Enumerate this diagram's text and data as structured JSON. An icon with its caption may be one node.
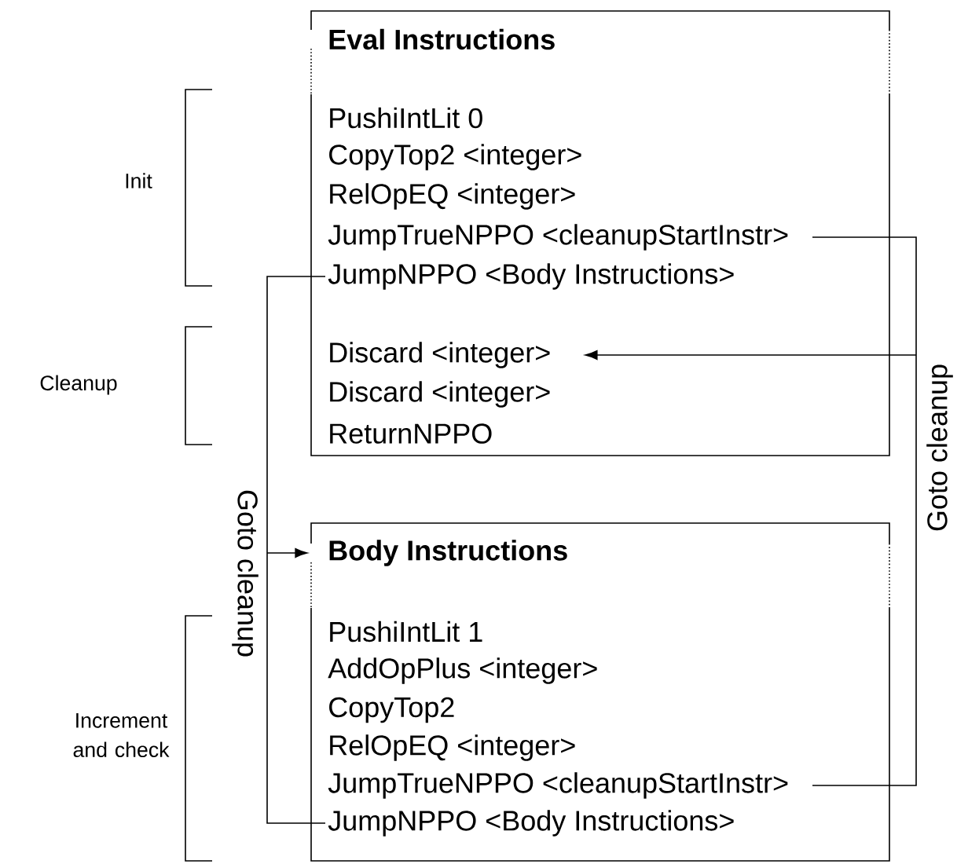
{
  "diagram": {
    "nodes": [
      {
        "text": [
          "Eval Instructions"
        ]
      },
      {
        "text": [
          "PushiIntLit 0"
        ],
        "in": 0
      },
      {
        "text": [
          "CopyTop2 <integer>"
        ],
        "in": 0
      },
      {
        "text": [
          "RelOpEQ <integer>"
        ],
        "in": 0
      },
      {
        "text": [
          "JumpTrueNPPO <cleanupStartInstr>"
        ],
        "in": 0
      },
      {
        "text": [
          "JumpNPPO <Body Instructions>"
        ],
        "in": 0
      },
      {
        "text": [
          "Discard <integer>"
        ],
        "in": 0
      },
      {
        "text": [
          "Discard <integer>"
        ],
        "in": 0
      },
      {
        "text": [
          "ReturnNPPO"
        ],
        "in": 0
      },
      {
        "text": [
          "Body Instructions"
        ]
      },
      {
        "text": [
          "PushiIntLit 1"
        ],
        "in": 9
      },
      {
        "text": [
          "AddOpPlus <integer>"
        ],
        "in": 9
      },
      {
        "text": [
          "CopyTop2"
        ],
        "in": 9
      },
      {
        "text": [
          "RelOpEQ <integer>"
        ],
        "in": 9
      },
      {
        "text": [
          "JumpTrueNPPO <cleanupStartInstr>"
        ],
        "in": 9
      },
      {
        "text": [
          "JumpNPPO <Body Instructions>"
        ],
        "in": 9
      }
    ],
    "edges": [
      {
        "from": 4,
        "to": 6,
        "arrow": "to",
        "label": "Goto cleanup"
      },
      {
        "from": 14,
        "to": 6,
        "arrow": "to"
      },
      {
        "from": 5,
        "to": 9,
        "arrow": "to",
        "label": "Goto cleanup"
      },
      {
        "from": 15,
        "to": 9,
        "arrow": "to"
      }
    ],
    "labels": [
      "Init",
      "Cleanup",
      "Increment and check"
    ]
  }
}
